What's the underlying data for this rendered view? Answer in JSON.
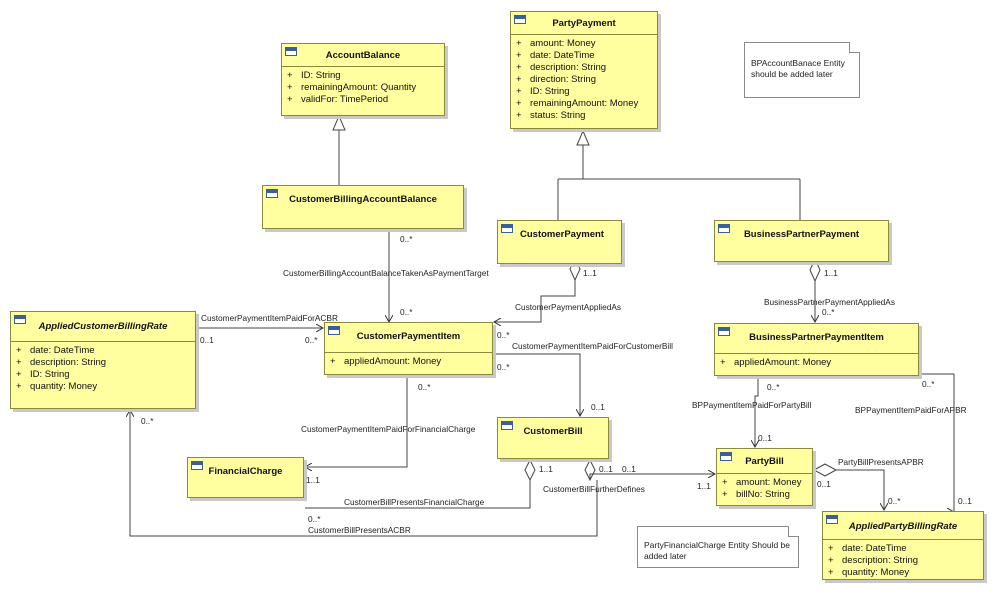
{
  "classes": {
    "party_payment": {
      "name": "PartyPayment",
      "attributes": [
        {
          "vis": "+",
          "text": "amount: Money"
        },
        {
          "vis": "+",
          "text": "date: DateTime"
        },
        {
          "vis": "+",
          "text": "description: String"
        },
        {
          "vis": "+",
          "text": "direction: String"
        },
        {
          "vis": "+",
          "text": "ID: String"
        },
        {
          "vis": "+",
          "text": "remainingAmount: Money"
        },
        {
          "vis": "+",
          "text": "status: String"
        }
      ]
    },
    "account_balance": {
      "name": "AccountBalance",
      "attributes": [
        {
          "vis": "+",
          "text": "ID: String"
        },
        {
          "vis": "+",
          "text": "remainingAmount: Quantity"
        },
        {
          "vis": "+",
          "text": "validFor: TimePeriod"
        }
      ]
    },
    "customer_billing_account_balance": {
      "name": "CustomerBillingAccountBalance",
      "attributes": []
    },
    "customer_payment": {
      "name": "CustomerPayment",
      "attributes": []
    },
    "business_partner_payment": {
      "name": "BusinessPartnerPayment",
      "attributes": []
    },
    "applied_customer_billing_rate": {
      "name": "AppliedCustomerBillingRate",
      "attributes": [
        {
          "vis": "+",
          "text": "date: DateTime"
        },
        {
          "vis": "+",
          "text": "description: String"
        },
        {
          "vis": "+",
          "text": "ID: String"
        },
        {
          "vis": "+",
          "text": "quantity: Money"
        }
      ]
    },
    "customer_payment_item": {
      "name": "CustomerPaymentItem",
      "attributes": [
        {
          "vis": "+",
          "text": "appliedAmount: Money"
        }
      ]
    },
    "business_partner_payment_item": {
      "name": "BusinessPartnerPaymentItem",
      "attributes": [
        {
          "vis": "+",
          "text": "appliedAmount: Money"
        }
      ]
    },
    "financial_charge": {
      "name": "FinancialCharge",
      "attributes": []
    },
    "customer_bill": {
      "name": "CustomerBill",
      "attributes": []
    },
    "party_bill": {
      "name": "PartyBill",
      "attributes": [
        {
          "vis": "+",
          "text": "amount: Money"
        },
        {
          "vis": "+",
          "text": "billNo: String"
        }
      ]
    },
    "applied_party_billing_rate": {
      "name": "AppliedPartyBillingRate",
      "attributes": [
        {
          "vis": "+",
          "text": "date: DateTime"
        },
        {
          "vis": "+",
          "text": "description: String"
        },
        {
          "vis": "+",
          "text": "quantity: Money"
        }
      ]
    }
  },
  "notes": {
    "bp_account_balance": "BPAccountBanace Entity should be added later",
    "party_financial_charge": "PartyFinancialCharge Entity Should be added later"
  },
  "associations": {
    "cbab_taken": "CustomerBillingAccountBalanceTakenAsPaymentTarget",
    "cpi_paid_for_acbr": "CustomerPaymentItemPaidForACBR",
    "cp_applied_as": "CustomerPaymentAppliedAs",
    "cpi_paid_for_cb": "CustomerPaymentItemPaidForCustomerBill",
    "cpi_paid_for_fc": "CustomerPaymentItemPaidForFinancialCharge",
    "bpp_applied_as": "BusinessPartnerPaymentAppliedAs",
    "bppi_paid_for_pb": "BPPaymentItemPaidForPartyBill",
    "bppi_paid_for_apbr": "BPPaymentItemPaidForAPBR",
    "pb_presents_apbr": "PartyBillPresentsAPBR",
    "cb_further_defines": "CustomerBillFurtherDefines",
    "cb_presents_fc": "CustomerBillPresentsFinancialCharge",
    "cb_presents_acbr": "CustomerBillPresentsACBR"
  },
  "multiplicities": {
    "cbab_a": "0..*",
    "cbab_b": "0..*",
    "acbr_a": "0..1",
    "acbr_b": "0..*",
    "cp_a": "1..1",
    "cp_b": "0..*",
    "cpi_cb_a": "0..*",
    "cpi_cb_b": "0..1",
    "fc_a": "0..*",
    "fc_b": "1..1",
    "bpp_a": "1..1",
    "bpp_b": "0..*",
    "pb_a": "0..*",
    "pb_b": "0..1",
    "apbr_a": "0..*",
    "apbr_b": "0..1",
    "pbapbr_a": "0..1",
    "pbapbr_b": "0..*",
    "cbfd_a": "0..1",
    "cbfd_b": "0..1",
    "cbfd_c": "1..1",
    "cbfc_a": "1..1",
    "cbfc_b": "0..*",
    "cbacbr_a": "0..*"
  }
}
